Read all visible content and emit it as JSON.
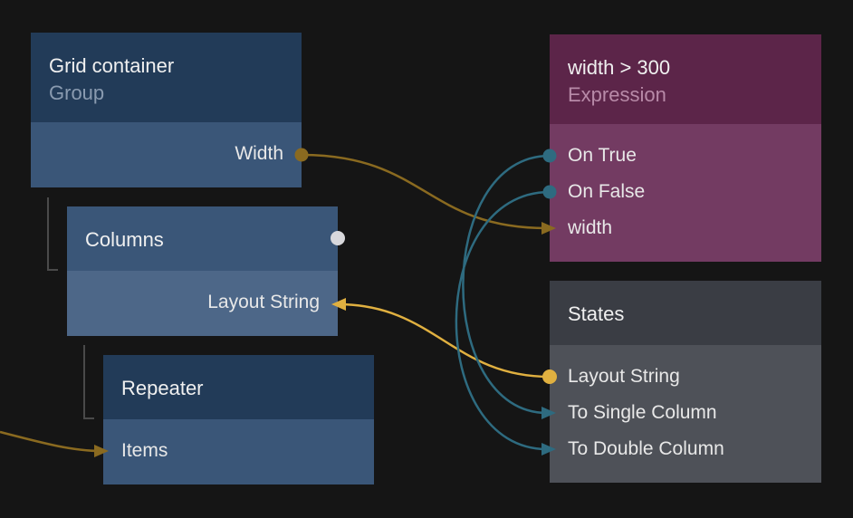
{
  "colors": {
    "background": "#151515",
    "wire_number": "#8a6a20",
    "wire_string": "#e0b040",
    "wire_signal": "#2e6b80",
    "port_white": "#d8d8dc"
  },
  "nodes": {
    "grid": {
      "title": "Grid container",
      "subtitle": "Group",
      "ports": {
        "width": "Width"
      }
    },
    "columns": {
      "title": "Columns",
      "ports": {
        "layout_string": "Layout String"
      }
    },
    "repeater": {
      "title": "Repeater",
      "ports": {
        "items": "Items"
      }
    },
    "expression": {
      "title": "width > 300",
      "subtitle": "Expression",
      "ports": {
        "on_true": "On True",
        "on_false": "On False",
        "width": "width"
      }
    },
    "states": {
      "title": "States",
      "ports": {
        "layout_string": "Layout String",
        "to_single": "To Single Column",
        "to_double": "To Double Column"
      }
    }
  }
}
